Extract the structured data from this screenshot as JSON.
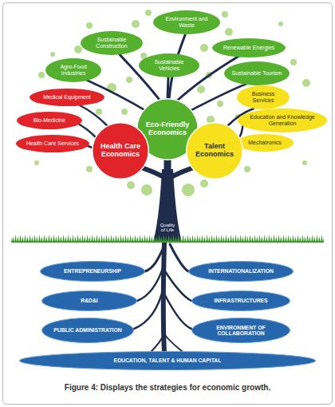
{
  "diagram": {
    "caption": "Figure 4: Displays the strategies for economic growth.",
    "nodes": [
      {
        "text": [
          "Environment and Waste"
        ]
      },
      {
        "text": [
          "Sustainable Construction"
        ]
      },
      {
        "text": [
          "Renewable Energies"
        ]
      },
      {
        "text": [
          "Agro-Food Industries"
        ]
      },
      {
        "text": [
          "Sustainable Vehicles"
        ]
      },
      {
        "text": [
          "Sustainable Tourism"
        ]
      },
      {
        "text": [
          "Medical Equipment"
        ]
      },
      {
        "text": [
          "Business Services"
        ]
      },
      {
        "text": [
          "Bio-Medicine"
        ]
      },
      {
        "text": [
          "Education and Knowledge Generation"
        ]
      },
      {
        "text": [
          "Eco-Friendly Economics"
        ]
      },
      {
        "text": [
          "Health Care Services"
        ]
      },
      {
        "text": [
          "Mechatronics"
        ]
      },
      {
        "text": [
          "Health Care Economics"
        ]
      },
      {
        "text": [
          "Talent Economics"
        ]
      },
      {
        "text": [
          "ENTREPRENEURSHIP"
        ]
      },
      {
        "text": [
          "INTERNATIONALIZATION"
        ]
      },
      {
        "text": [
          "R&D&I"
        ]
      },
      {
        "text": [
          "INFRASTRUCTURES"
        ]
      },
      {
        "text": [
          "PUBLIC ADMINISTRATION"
        ]
      },
      {
        "text": [
          "ENVIRONMENT OF COLLABORATION"
        ]
      },
      {
        "text": [
          "EDUCATION, TALENT & HUMAN CAPITAL"
        ]
      }
    ],
    "labels": [
      "Quality of Life"
    ]
  }
}
